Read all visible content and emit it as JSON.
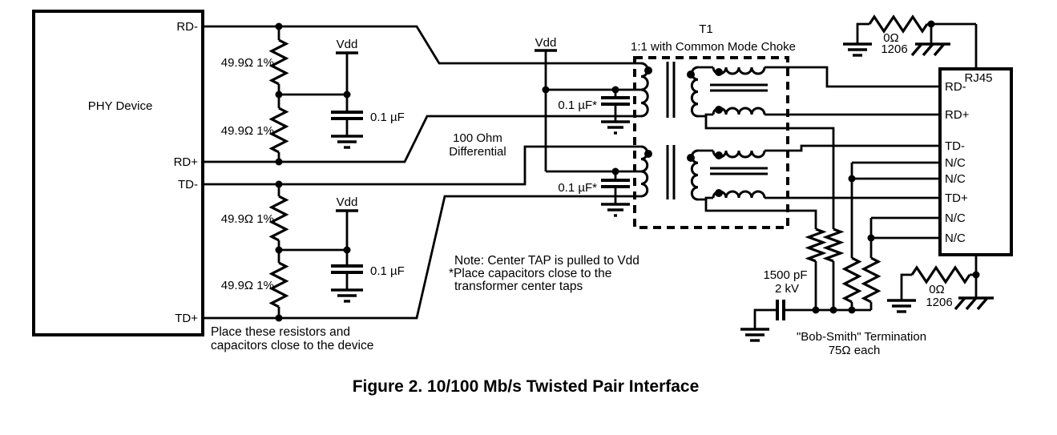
{
  "phy": {
    "label": "PHY Device",
    "pin_rd_minus": "RD-",
    "pin_rd_plus": "RD+",
    "pin_td_minus": "TD-",
    "pin_td_plus": "TD+"
  },
  "passives": {
    "vdd": "Vdd",
    "resistor": "49.9Ω 1%",
    "cap": "0.1 µF",
    "cap_star": "0.1 µF*",
    "zero_ohm": "0Ω",
    "pkg_1206": "1206",
    "cap_hv": "1500 pF",
    "cap_hv_rating": "2 kV"
  },
  "line_label": {
    "impedance_1": "100 Ohm",
    "impedance_2": "Differential"
  },
  "transformer": {
    "ref": "T1",
    "desc": "1:1 with Common Mode Choke"
  },
  "rj45": {
    "label": "RJ45",
    "pins": [
      "RD-",
      "RD+",
      "TD-",
      "N/C",
      "N/C",
      "TD+",
      "N/C",
      "N/C"
    ]
  },
  "termination": {
    "line1": "\"Bob-Smith\" Termination",
    "line2": "75Ω each"
  },
  "notes": {
    "center_tap_1": "Note: Center TAP is pulled to Vdd",
    "center_tap_2": "*Place capacitors close to the",
    "center_tap_3": "transformer center taps",
    "placement_1": "Place these resistors and",
    "placement_2": "capacitors close to the device"
  },
  "figure": {
    "caption": "Figure 2. 10/100 Mb/s Twisted Pair Interface"
  }
}
